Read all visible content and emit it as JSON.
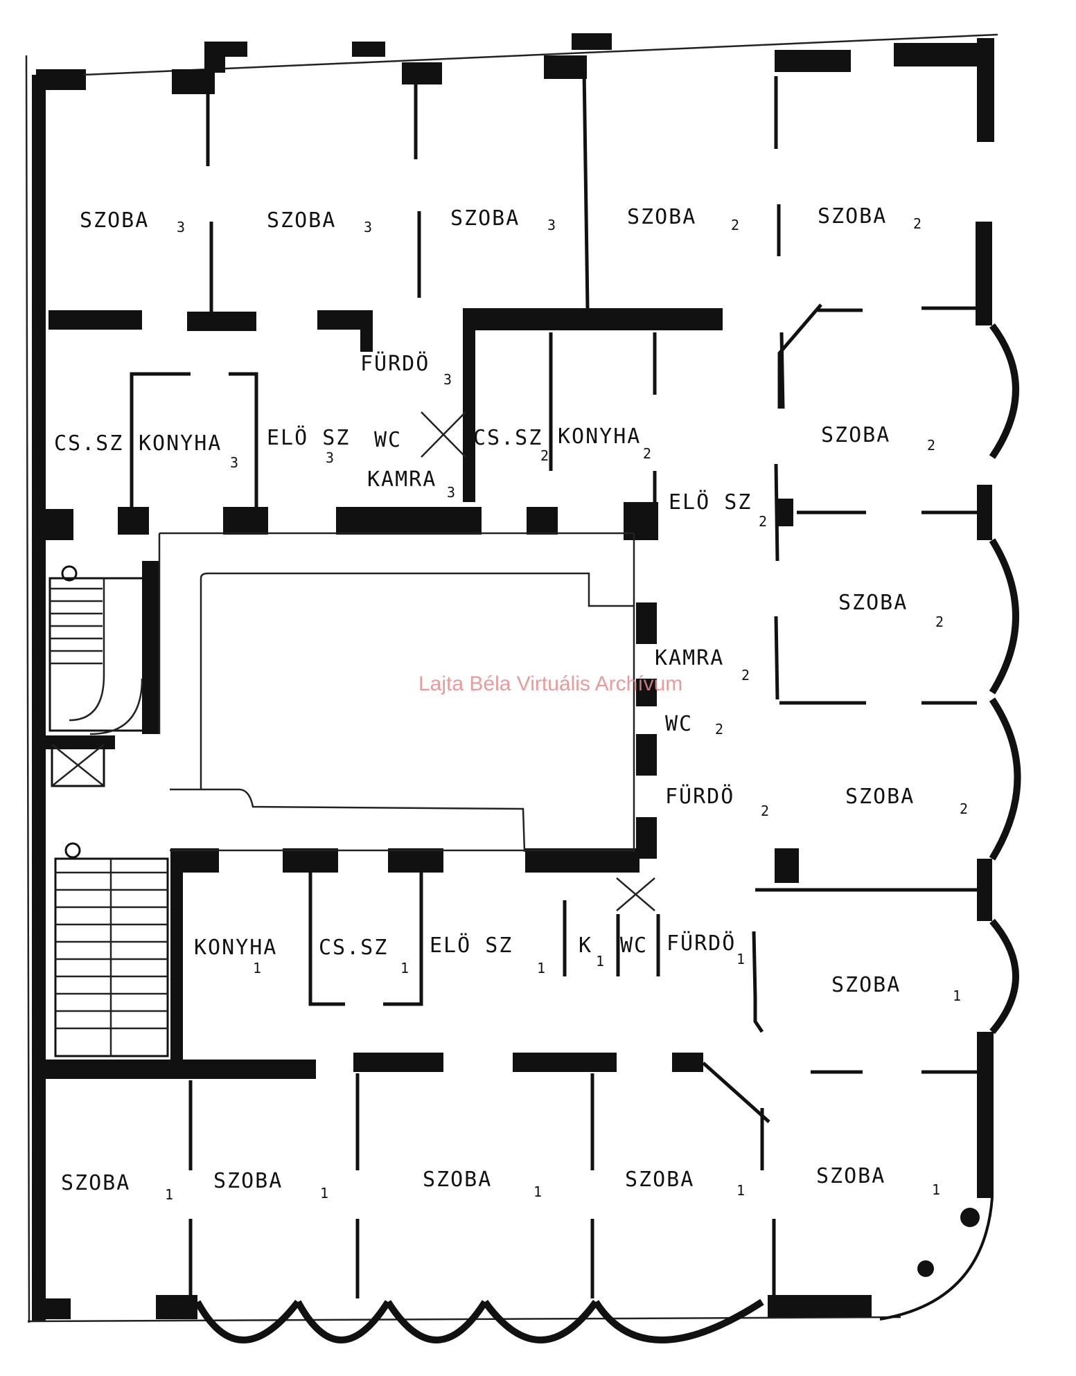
{
  "watermark": "Lajta Béla Virtuális Archívum",
  "rooms": [
    {
      "id": "szoba3-a",
      "name": "SZOBA",
      "unit": "3"
    },
    {
      "id": "szoba3-b",
      "name": "SZOBA",
      "unit": "3"
    },
    {
      "id": "szoba3-c",
      "name": "SZOBA",
      "unit": "3"
    },
    {
      "id": "szoba2-a",
      "name": "SZOBA",
      "unit": "2"
    },
    {
      "id": "szoba2-b",
      "name": "SZOBA",
      "unit": "2"
    },
    {
      "id": "furdo3",
      "name": "FÜRDÖ",
      "unit": "3"
    },
    {
      "id": "cssz3",
      "name": "CS.SZ",
      "unit": ""
    },
    {
      "id": "konyha3",
      "name": "KONYHA",
      "unit": "3"
    },
    {
      "id": "elosz3",
      "name": "ELÖ SZ",
      "unit": "3"
    },
    {
      "id": "wc3",
      "name": "WC",
      "unit": ""
    },
    {
      "id": "kamra3",
      "name": "KAMRA",
      "unit": "3"
    },
    {
      "id": "cssz2",
      "name": "CS.SZ",
      "unit": "2"
    },
    {
      "id": "konyha2",
      "name": "KONYHA",
      "unit": "2"
    },
    {
      "id": "szoba2-c",
      "name": "SZOBA",
      "unit": "2"
    },
    {
      "id": "elosz2",
      "name": "ELÖ SZ",
      "unit": "2"
    },
    {
      "id": "szoba2-d",
      "name": "SZOBA",
      "unit": "2"
    },
    {
      "id": "kamra2",
      "name": "KAMRA",
      "unit": "2"
    },
    {
      "id": "wc2",
      "name": "WC",
      "unit": "2"
    },
    {
      "id": "furdo2",
      "name": "FÜRDÖ",
      "unit": "2"
    },
    {
      "id": "szoba2-e",
      "name": "SZOBA",
      "unit": "2"
    },
    {
      "id": "konyha1",
      "name": "KONYHA",
      "unit": "1"
    },
    {
      "id": "cssz1",
      "name": "CS.SZ",
      "unit": "1"
    },
    {
      "id": "elosz1",
      "name": "ELÖ SZ",
      "unit": "1"
    },
    {
      "id": "k1",
      "name": "K",
      "unit": "1"
    },
    {
      "id": "wc1",
      "name": "WC",
      "unit": ""
    },
    {
      "id": "furdo1",
      "name": "FÜRDÖ",
      "unit": "1"
    },
    {
      "id": "szoba1-e",
      "name": "SZOBA",
      "unit": "1"
    },
    {
      "id": "szoba1-1",
      "name": "SZOBA",
      "unit": "1"
    },
    {
      "id": "szoba1-2",
      "name": "SZOBA",
      "unit": "1"
    },
    {
      "id": "szoba1-3",
      "name": "SZOBA",
      "unit": "1"
    },
    {
      "id": "szoba1-4",
      "name": "SZOBA",
      "unit": "1"
    },
    {
      "id": "szoba1-5",
      "name": "SZOBA",
      "unit": "1"
    }
  ]
}
